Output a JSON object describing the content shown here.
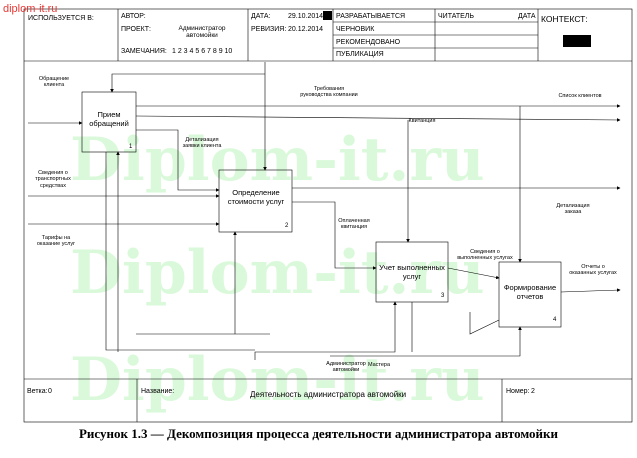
{
  "site": "diplom-it.ru",
  "watermark": "Diplom-it.ru",
  "header": {
    "used_at": "ИСПОЛЬЗУЕТСЯ В:",
    "author_label": "АВТОР:",
    "project_label": "ПРОЕКТ:",
    "project_value": "Администратор автомойки",
    "notes_label": "ЗАМЕЧАНИЯ:",
    "notes_value": "1 2 3 4 5 6 7 8 9 10",
    "date_label": "ДАТА:",
    "date_value": "29.10.2014",
    "rev_label": "РЕВИЗИЯ:",
    "rev_value": "20.12.2014",
    "status": [
      "РАЗРАБАТЫВАЕТСЯ",
      "ЧЕРНОВИК",
      "РЕКОМЕНДОВАНО",
      "ПУБЛИКАЦИЯ"
    ],
    "reader_label": "ЧИТАТЕЛЬ",
    "reader_date_label": "ДАТА",
    "context_label": "КОНТЕКСТ:"
  },
  "boxes": [
    {
      "title": "Прием обращений",
      "num": "1"
    },
    {
      "title": "Определение стоимости услуг",
      "num": "2"
    },
    {
      "title": "Учет выполненных услуг",
      "num": "3"
    },
    {
      "title": "Формирование отчетов",
      "num": "4"
    }
  ],
  "arrows": {
    "obrashenie": "Обращение клиента",
    "trebovaniya": "Требования руководства компании",
    "spisok": "Список клиентов",
    "kvitanciya": "Квитанция",
    "detal_zayavki": "Детализация заявки клиента",
    "svedeniya_transport": "Сведения о транспортных средствах",
    "detal_zakaza": "Детализация заказа",
    "oplachennaya": "Оплаченная квитанция",
    "tarify": "Тарифы на оказание услуг",
    "svedeniya_uslugah": "Сведения о выполненных услугах",
    "otchety": "Отчеты о оказанных услугах",
    "administrator": "Администратор автомойки",
    "mastera": "Мастера"
  },
  "footer": {
    "branch_label": "Ветка:",
    "branch_value": "0",
    "name_label": "Название:",
    "name_value": "Деятельность администратора автомойки",
    "number_label": "Номер:",
    "number_value": "2"
  },
  "caption": "Рисунок 1.3 — Декомпозиция процесса деятельности администратора автомойки"
}
